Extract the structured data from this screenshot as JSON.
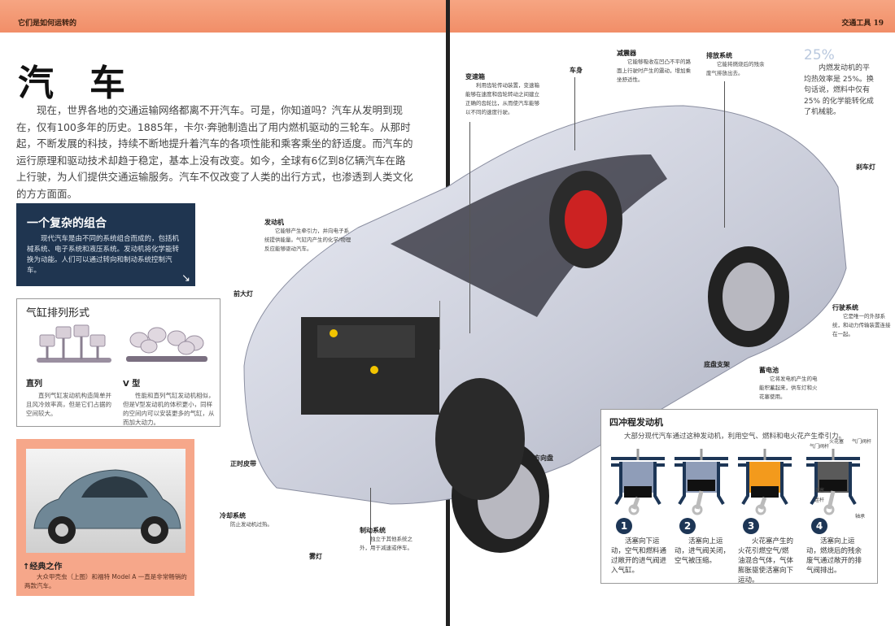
{
  "left_page": {
    "header": "它们是如何运转的",
    "title": "汽　车",
    "intro": "现在，世界各地的交通运输网络都离不开汽车。可是，你知道吗？汽车从发明到现在，仅有100多年的历史。1885年，卡尔·奔驰制造出了用内燃机驱动的三轮车。从那时起，不断发展的科技，持续不断地提升着汽车的各项性能和乘客乘坐的舒适度。而汽车的运行原理和驱动技术却趋于稳定，基本上没有改变。如今，全球有6亿到8亿辆汽车在路上行驶，为人们提供交通运输服务。汽车不仅改变了人类的出行方式，也渗透到人类文化的方方面面。",
    "complex_box": {
      "title": "一个复杂的组合",
      "text": "现代汽车是由不同的系统组合而成的，包括机械系统、电子系统和液压系统。发动机将化学能转换为动能。人们可以通过转向和制动系统控制汽车。",
      "arrow": "↘"
    },
    "cylinder_box": {
      "title": "气缸排列形式",
      "inline": {
        "title": "直列",
        "text": "直列气缸发动机构造简单并且风冷效率高，但是它们占据的空间较大。"
      },
      "v": {
        "title": "V 型",
        "text": "性能和直列气缸发动机相似，但是V型发动机的体积更小，同样的空间内可以安装更多的气缸，从而加大动力。"
      }
    },
    "classic_box": {
      "title": "经典之作",
      "arrow": "↑",
      "text": "大众甲壳虫（上图）和福特 Model A 一直是非常畅销的两款汽车。"
    }
  },
  "labels": {
    "engine": {
      "title": "发动机",
      "text": "它能够产生牵引力，并向电子系统提供能量。气缸内产生的化学/物理反应能够驱动汽车。"
    },
    "headlight": {
      "title": "前大灯"
    },
    "timing_belt": {
      "title": "正时皮带"
    },
    "cooling": {
      "title": "冷却系统",
      "text": "防止发动机过热。"
    },
    "fog_light": {
      "title": "雾灯"
    },
    "brakes": {
      "title": "制动系统",
      "text": "独立于其他系统之外，用于减速或停车。"
    },
    "gearbox": {
      "title": "变速箱",
      "text": "利用齿轮传动装置，变速箱能够在速度和齿轮转动之间建立正确的齿轮比，从而使汽车能够以不同的速度行驶。"
    },
    "body": {
      "title": "车身"
    },
    "shock": {
      "title": "减震器",
      "text": "它能够吸收在凹凸不平的路面上行驶时产生的震动，增加乘坐舒适性。"
    },
    "exhaust": {
      "title": "排放系统",
      "text": "它能将燃烧后的残余废气排放出去。"
    },
    "brake_light": {
      "title": "刹车灯"
    },
    "drive": {
      "title": "行驶系统",
      "text": "它是唯一的外部系统，和动力传输装置连接在一起。"
    },
    "chassis": {
      "title": "底盘支架"
    },
    "battery": {
      "title": "蓄电池",
      "text": "它将发电机产生的电能积蓄起来，供车灯和火花塞使用。"
    },
    "steering": {
      "title": "方向盘"
    }
  },
  "right_page": {
    "header": "交通工具 19",
    "fact": {
      "big": "25%",
      "text": "内燃发动机的平均热效率是 25%。换句话说，燃料中仅有25% 的化学能转化成了机械能。"
    },
    "four_stroke": {
      "title": "四冲程发动机",
      "subtitle": "大部分现代汽车通过这种发动机，利用空气、燃料和电火花产生牵引力。",
      "parts": {
        "valve_l": "气门阀杆",
        "spark": "火花塞",
        "valve_r": "气门阀杆",
        "piston": "活塞",
        "rod": "连杆",
        "bearing": "轴承"
      },
      "steps": [
        {
          "n": "1",
          "text": "活塞向下运动，空气和燃料通过敞开的进气阀进入气缸。",
          "fill": "#8f9db8"
        },
        {
          "n": "2",
          "text": "活塞向上运动，进气阀关闭，空气被压缩。",
          "fill": "#8f9db8"
        },
        {
          "n": "3",
          "text": "火花塞产生的火花引燃空气/燃油混合气体，气体膨胀驱使活塞向下运动。",
          "fill": "#f39a1c"
        },
        {
          "n": "4",
          "text": "活塞向上运动，燃烧后的残余废气通过敞开的排气阀排出。",
          "fill": "#5a5a5a"
        }
      ]
    }
  },
  "colors": {
    "band": "#f18e68",
    "navy": "#1f3550",
    "salmon": "#f6a78a"
  }
}
